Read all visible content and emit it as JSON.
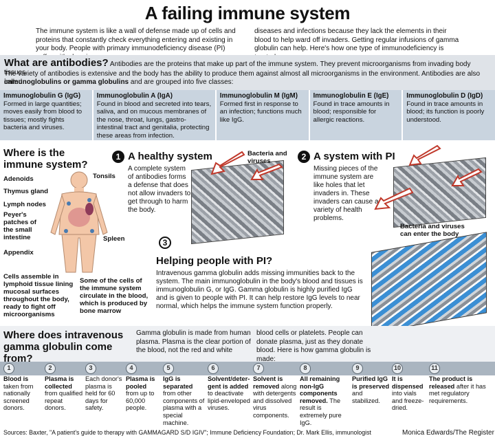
{
  "title": "A failing immune system",
  "intro": {
    "left": "The immune system is like a wall of defense made up of cells and proteins that constantly check everything entering and existing in your body. People with primary immunodeficiency disease (PI) suffer with chronic",
    "right": "diseases and infections because they lack the elements in their blood to help ward off invaders. Getting regular infusions of gamma globulin can help. Here's how one type of immunodeficiency is treated."
  },
  "antibodies": {
    "heading": "What are antibodies?",
    "text1": "Antibodies are the proteins that make up part of the immune system. They prevent microorganisms from invading body tissues.",
    "text2": "The variety of antibodies is extensive and the body has the ability to produce them against almost all microorganisms in the environment. Antibodies are also called",
    "text3_bold": "immunoglobulins or gamma globulins",
    "text3_rest": "and are grouped into five classes:"
  },
  "classes": [
    {
      "name": "Immunoglobulin G (IgG)",
      "desc": "Formed in large quantities; moves easily from blood to tissues; mostly fights bacteria and viruses."
    },
    {
      "name": "Immunoglobulin A (IgA)",
      "desc": "Found in blood and secreted into tears, saliva, and on mucous membranes of the nose, throat, lungs, gastro-intestinal tract and genitalia, protecting these areas from infection."
    },
    {
      "name": "Immunoglobulin M (IgM)",
      "desc": "Formed first in response to an infection; functions much like IgG."
    },
    {
      "name": "Immunoglobulin E (IgE)",
      "desc": "Found in trace amounts in blood; responsible for allergic reactions."
    },
    {
      "name": "Immunoglobulin D (IgD)",
      "desc": "Found in trace amounts in blood; its function is poorly understood."
    }
  ],
  "where": {
    "heading1": "Where is the",
    "heading2": "immune system?",
    "labels": {
      "adenoids": "Adenoids",
      "tonsils": "Tonsils",
      "thymus": "Thymus gland",
      "lymph": "Lymph nodes",
      "peyers": "Peyer's patches of the small intestine",
      "spleen": "Spleen",
      "appendix": "Appendix"
    },
    "note_left": "Cells assemble in lymphoid tissue lining mucosal surfaces throughout the body, ready to fight off microorganisms",
    "note_right": "Some of the cells of the immune system circulate in the blood, which is produced by bone marrow"
  },
  "healthy": {
    "number": "1",
    "heading": "A healthy system",
    "text": "A complete system of antibodies forms a defense that does not allow invaders to get through to harm the body.",
    "bacteria_label": "Bacteria and viruses"
  },
  "pi_system": {
    "number": "2",
    "heading": "A system with PI",
    "text": "Missing pieces of the immune system are like holes that let invaders in. These invaders can cause a variety of health problems.",
    "enter_label": "Bacteria and viruses can enter the body"
  },
  "helping": {
    "number": "3",
    "heading": "Helping people with PI?",
    "text": "Intravenous gamma globulin adds missing immunities back to the system. The main immunoglobulin in the body's blood and tissues is immunoglobulin G, or IgG. Gamma globulin is highly purified IgG and is given to people with PI. It can help restore IgG levels to near normal, which helps the immune system function properly."
  },
  "gamma": {
    "heading": "Where does intravenous gamma globulin come from?",
    "text_left": "Gamma globulin is made from human plasma. Plasma is the clear portion of the blood, not the red and white",
    "text_right": "blood cells or platelets. People can donate plasma, just as they donate blood. Here is how gamma globulin is made:"
  },
  "steps": [
    {
      "n": "1",
      "bold": "Blood is",
      "text": "taken from nationally screened donors."
    },
    {
      "n": "2",
      "bold": "Plasma is collected",
      "text": "from qualified repeat donors."
    },
    {
      "n": "3",
      "bold": "",
      "text": "Each donor's plasma is held for 60 days for safety."
    },
    {
      "n": "4",
      "bold": "Plasma is pooled",
      "text": "from up to 60,000 people."
    },
    {
      "n": "5",
      "bold": "IgG is separated",
      "text": "from other components of plasma with a special machine."
    },
    {
      "n": "6",
      "bold": "Solvent/deter-gent is added",
      "text": "to deactivate lipid-enveloped viruses."
    },
    {
      "n": "7",
      "bold": "Solvent is removed",
      "text": "along with detergents and dissolved virus components."
    },
    {
      "n": "8",
      "bold": "All remaining non-IgG components removed.",
      "text": "The result is extremely pure IgG."
    },
    {
      "n": "9",
      "bold": "Purified IgG is preserved",
      "text": "and stabilized."
    },
    {
      "n": "10",
      "bold": "It is dispensed",
      "text": "into vials and freeze-dried."
    },
    {
      "n": "11",
      "bold": "The product is released",
      "text": "after it has met regulatory requirements."
    }
  ],
  "footer": {
    "sources": "Sources: Baxter, \"A patient's guide to therapy with GAMMAGARD S/D IGIV\"; Immune Deficiency Foundation; Dr. Mark Ellis, immunologist",
    "credit": "Monica Edwards/The Register"
  },
  "colors": {
    "band": "#c9d4df",
    "wall_blue": "#3b8fd4",
    "arrow_red": "#c0392b"
  }
}
